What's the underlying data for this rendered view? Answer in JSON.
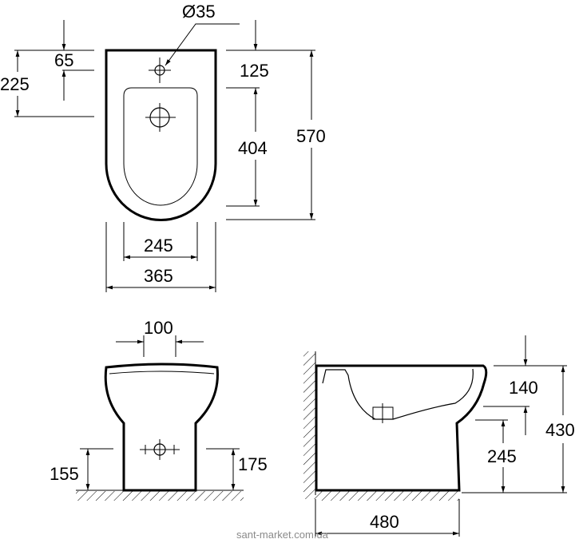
{
  "top_view": {
    "hole_diameter": "Ø35",
    "dim_65": "65",
    "dim_225": "225",
    "dim_125": "125",
    "dim_404": "404",
    "dim_570": "570",
    "dim_245": "245",
    "dim_365": "365"
  },
  "front_view": {
    "dim_100": "100",
    "dim_155": "155",
    "dim_175": "175"
  },
  "side_view": {
    "dim_140": "140",
    "dim_245": "245",
    "dim_430": "430",
    "dim_480": "480"
  },
  "watermark": "sant-market.com.ua"
}
